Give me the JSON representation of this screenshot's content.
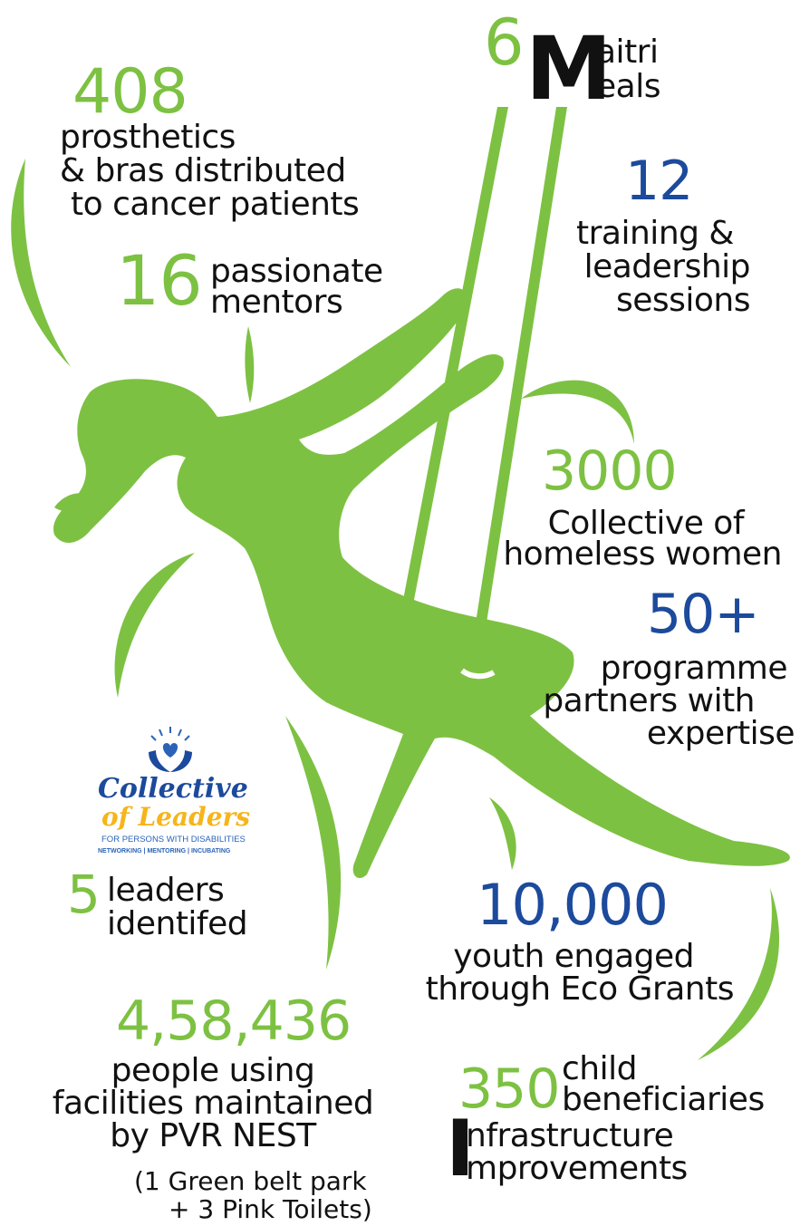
{
  "colors": {
    "green": "#7dc142",
    "blue": "#1c4a9c",
    "dark": "#111111"
  },
  "stats": {
    "prosthetics": {
      "number": "408",
      "lines": [
        "prosthetics",
        "& bras distributed",
        "to cancer patients"
      ]
    },
    "mentors": {
      "number": "16",
      "lines": [
        "passionate",
        "mentors"
      ]
    },
    "maitri": {
      "number": "6",
      "big_letter": "M",
      "lines": [
        "aitri",
        "eals"
      ]
    },
    "training": {
      "number": "12",
      "lines": [
        "training &",
        "leadership",
        "sessions"
      ]
    },
    "collective": {
      "number": "3000",
      "lines": [
        "Collective of",
        "homeless women"
      ]
    },
    "partners": {
      "number": "50+",
      "lines": [
        "programme",
        "partners with",
        "expertise"
      ]
    },
    "leaders": {
      "number": "5",
      "lines": [
        "leaders",
        "identifed"
      ]
    },
    "youth": {
      "number": "10,000",
      "lines": [
        "youth engaged",
        "through Eco Grants"
      ]
    },
    "people": {
      "number": "4,58,436",
      "lines": [
        "people using",
        "facilities maintained",
        "by PVR NEST"
      ],
      "note_lines": [
        "(1 Green belt park",
        "+ 3 Pink Toilets)"
      ]
    },
    "child": {
      "number": "350",
      "lines": [
        "child",
        "beneficiaries"
      ]
    },
    "infrastructure": {
      "big_letter": "I",
      "lines": [
        "nfrastructure",
        "mprovements"
      ]
    }
  },
  "logo": {
    "line1": "Collective",
    "line2": "of Leaders",
    "tagline": "FOR PERSONS WITH DISABILITIES",
    "subtagline": "NETWORKING | MENTORING | INCUBATING",
    "icon": "hands-heart-icon"
  },
  "illustration": {
    "icon": "woman-on-swing-silhouette"
  }
}
